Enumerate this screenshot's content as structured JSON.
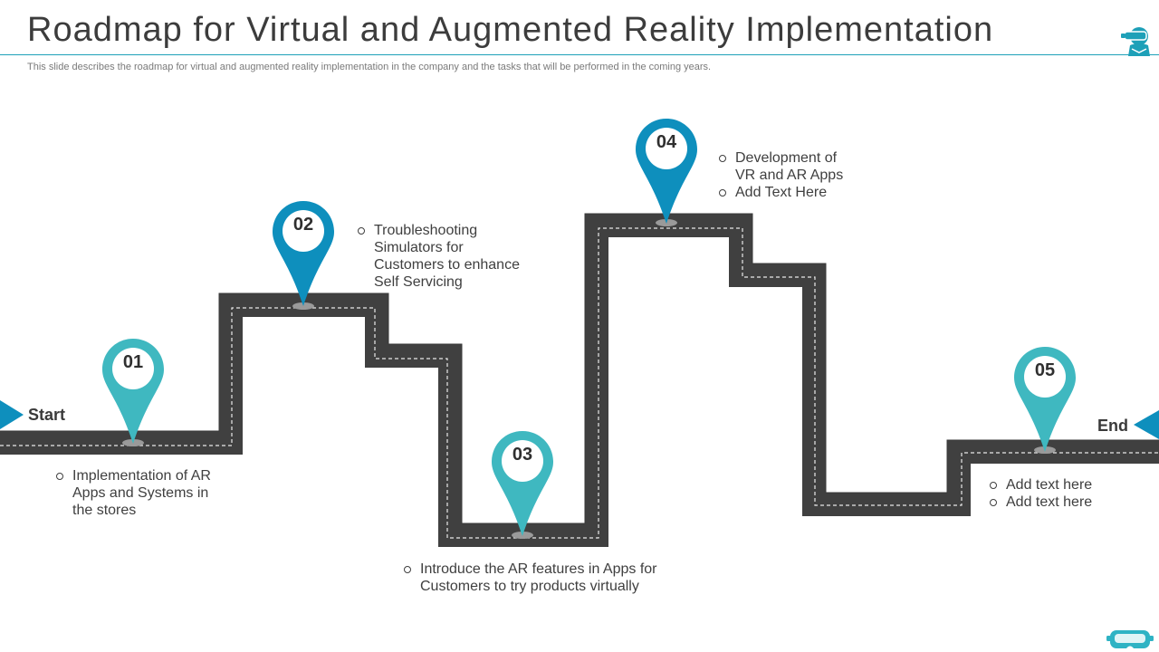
{
  "header": {
    "title": "Roadmap for Virtual and Augmented Reality Implementation",
    "subtitle": "This slide describes the roadmap for virtual and augmented reality implementation in the company and the tasks that will be performed in the coming years."
  },
  "colors": {
    "accent": "#1ea0b8",
    "pin_light": "#3fb8c0",
    "pin_dark": "#0e8fbd",
    "road": "#404040",
    "arrow": "#0e8fbd"
  },
  "road": {
    "start_label": "Start",
    "end_label": "End"
  },
  "milestones": [
    {
      "number": "01",
      "lines": [
        "Implementation of AR",
        "Apps and Systems in",
        "the stores"
      ]
    },
    {
      "number": "02",
      "lines": [
        "Troubleshooting",
        "Simulators for",
        "Customers to enhance",
        "Self Servicing"
      ]
    },
    {
      "number": "03",
      "lines": [
        "Introduce the AR features in Apps for",
        "Customers to try products virtually"
      ]
    },
    {
      "number": "04",
      "items": [
        "Development of",
        "Add Text Here"
      ],
      "item0_cont": "VR and AR Apps"
    },
    {
      "number": "05",
      "items": [
        "Add text here",
        "Add text here"
      ]
    }
  ],
  "icons": {
    "corner": "vr-headset-person-icon",
    "bottom": "vr-goggles-icon",
    "pin": "map-pin-icon"
  }
}
